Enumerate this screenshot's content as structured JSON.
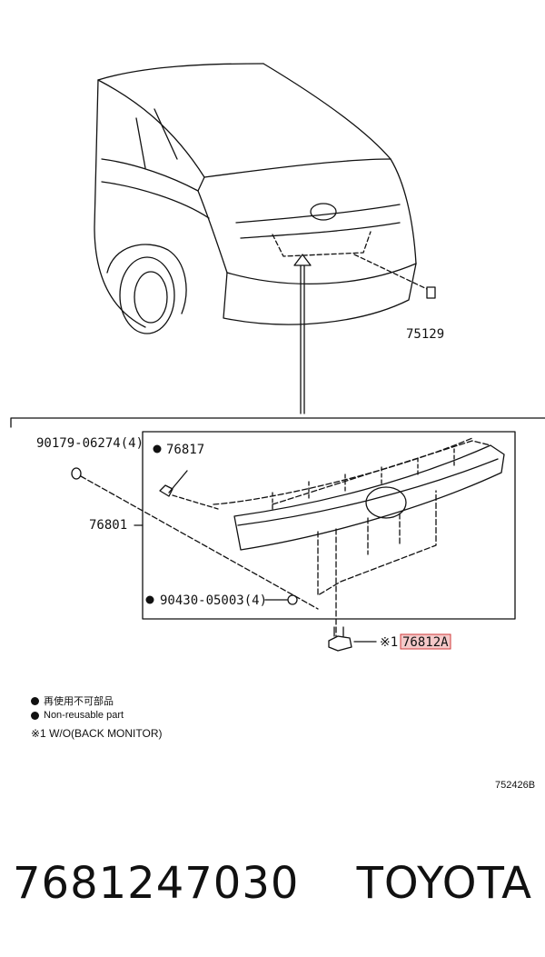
{
  "callouts": {
    "clip_75129": "75129",
    "bolt_90179": "90179-06274(4)",
    "screw_76817": "76817",
    "garnish_76801": "76801",
    "nut_90430": "90430-05003(4)",
    "note_mark": "※1",
    "part_76812A": "76812A"
  },
  "legend": {
    "jp_text": "再使用不可部品",
    "en_text": "Non-reusable part",
    "note": "※1 W/O(BACK MONITOR)"
  },
  "diagram_code": "752426B",
  "footer": {
    "part_number": "7681247030",
    "brand": "TOYOTA"
  },
  "colors": {
    "line": "#111111",
    "highlight_fill": "#f4c9c9",
    "highlight_border": "#d23a3a"
  }
}
